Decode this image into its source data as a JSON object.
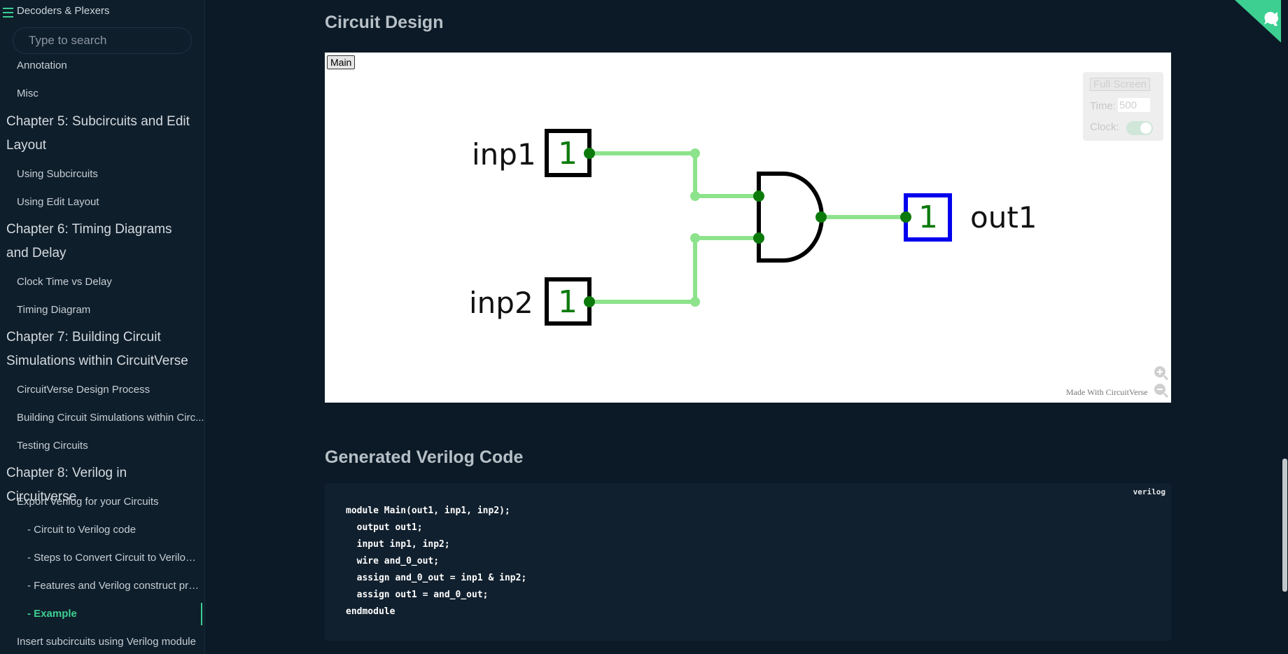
{
  "sidebar": {
    "top_item": "Decoders & Plexers",
    "search": {
      "placeholder": "Type to search",
      "value": ""
    },
    "items": [
      {
        "kind": "sub",
        "label": "Annotation"
      },
      {
        "kind": "sub",
        "label": "Misc"
      },
      {
        "kind": "chapter",
        "label": "Chapter 5: Subcircuits and Edit Layout"
      },
      {
        "kind": "sub",
        "label": "Using Subcircuits"
      },
      {
        "kind": "sub",
        "label": "Using Edit Layout"
      },
      {
        "kind": "chapter",
        "label": "Chapter 6: Timing Diagrams and Delay"
      },
      {
        "kind": "sub",
        "label": "Clock Time vs Delay"
      },
      {
        "kind": "sub",
        "label": "Timing Diagram"
      },
      {
        "kind": "chapter",
        "label": "Chapter 7: Building Circuit Simulations within CircuitVerse"
      },
      {
        "kind": "sub",
        "label": "CircuitVerse Design Process"
      },
      {
        "kind": "sub",
        "label": "Building Circuit Simulations within Circ..."
      },
      {
        "kind": "sub",
        "label": "Testing Circuits"
      },
      {
        "kind": "chapter",
        "label": "Chapter 8: Verilog in Circuitverse"
      },
      {
        "kind": "sub",
        "label": "Export Verilog for your Circuits"
      },
      {
        "kind": "subsub",
        "label": "- Circuit to Verilog code"
      },
      {
        "kind": "subsub",
        "label": "- Steps to Convert Circuit to Verilog ..."
      },
      {
        "kind": "subsub",
        "label": "- Features and Verilog construct pro..."
      },
      {
        "kind": "subsub",
        "label": "- Example",
        "active": true
      },
      {
        "kind": "sub",
        "label": "Insert subcircuits using Verilog module"
      }
    ]
  },
  "main": {
    "circuit_title": "Circuit Design",
    "verilog_title": "Generated Verilog Code"
  },
  "circuit": {
    "main_button": "Main",
    "full_screen": "Full Screen",
    "time_label": "Time:",
    "time_value": "500",
    "clock_label": "Clock:",
    "clock_on": true,
    "made_with": "Made With CircuitVerse",
    "inputs": [
      {
        "label": "inp1",
        "value": "1"
      },
      {
        "label": "inp2",
        "value": "1"
      }
    ],
    "output": {
      "label": "out1",
      "value": "1"
    },
    "colors": {
      "wire": "#8de38c",
      "node": "#0b7a0b",
      "value": "#0b7a0b",
      "output_border": "#0000ee",
      "gate": "#000000"
    }
  },
  "code": {
    "language": "verilog",
    "lines": [
      "module Main(out1, inp1, inp2);",
      "  output out1;",
      "  input inp1, inp2;",
      "  wire and_0_out;",
      "  assign and_0_out = inp1 & inp2;",
      "  assign out1 = and_0_out;",
      "endmodule"
    ]
  },
  "theme": {
    "accent": "#3ccf91",
    "background": "#0b1a26",
    "sidebar": "#0f1e2b",
    "code_bg": "#11202e"
  }
}
